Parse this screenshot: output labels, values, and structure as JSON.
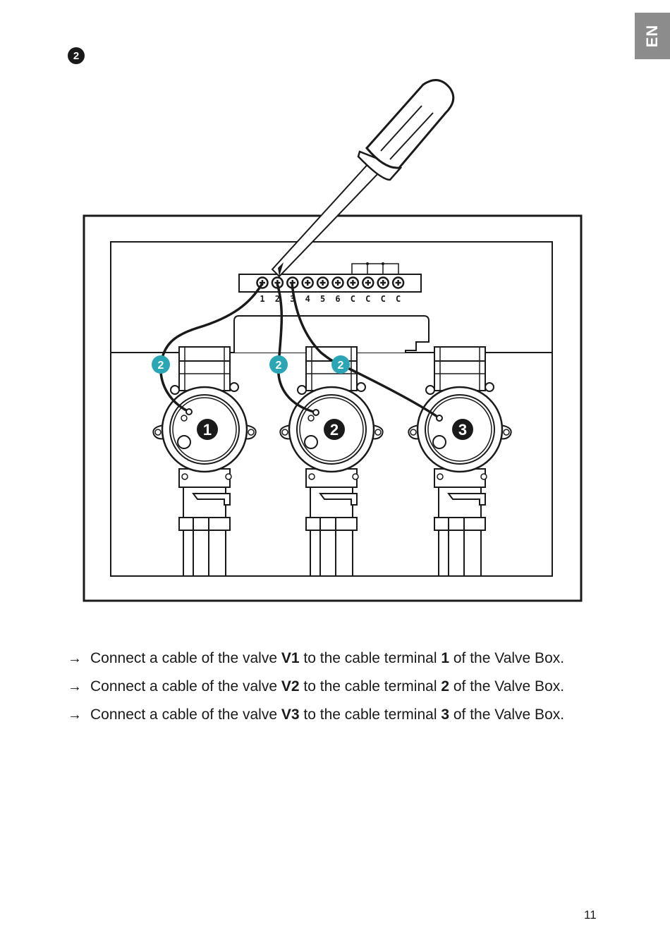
{
  "language_tab": "EN",
  "step_number": "2",
  "diagram": {
    "terminal_labels": [
      "1",
      "2",
      "3",
      "4",
      "5",
      "6",
      "C",
      "C",
      "C",
      "C"
    ],
    "callout_label": "2",
    "valve_labels": [
      "1",
      "2",
      "3"
    ]
  },
  "instructions": [
    {
      "arrow": "→",
      "pre": "Connect a cable of the valve ",
      "valve": "V1",
      "mid": " to the cable terminal ",
      "terminal": "1",
      "post": " of the Valve Box."
    },
    {
      "arrow": "→",
      "pre": "Connect a cable of the valve ",
      "valve": "V2",
      "mid": " to the cable terminal ",
      "terminal": "2",
      "post": " of the Valve Box."
    },
    {
      "arrow": "→",
      "pre": "Connect a cable of the valve ",
      "valve": "V3",
      "mid": " to the cable terminal ",
      "terminal": "3",
      "post": " of the Valve Box."
    }
  ],
  "page_number": "11",
  "colors": {
    "accent": "#2aa6b5",
    "ink": "#1a1a1a",
    "tab": "#8c8c8c"
  }
}
